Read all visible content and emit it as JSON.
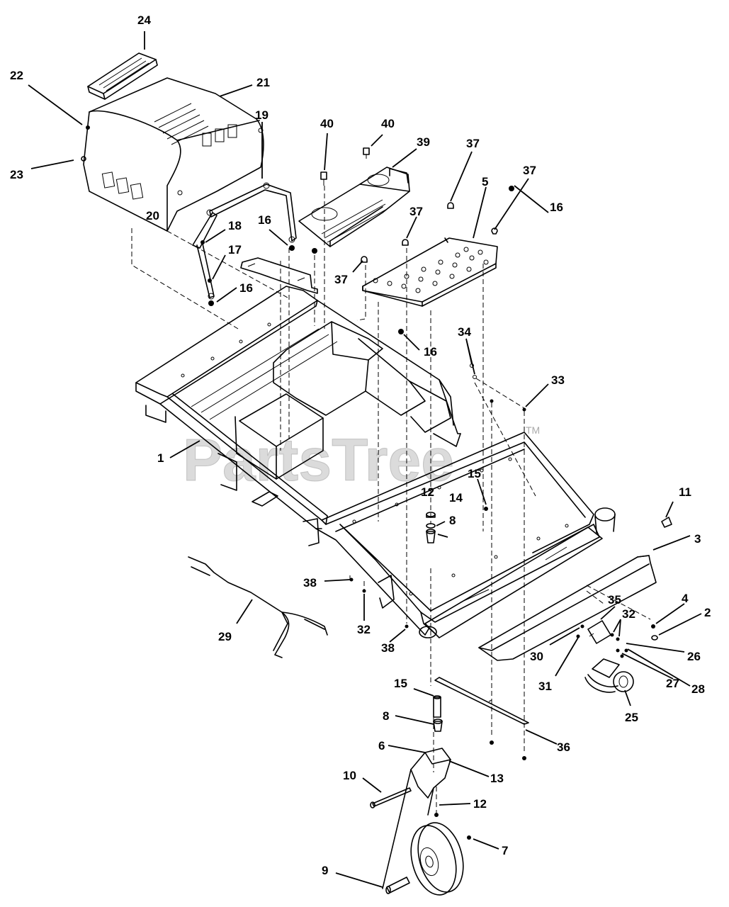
{
  "watermark": {
    "text": "PartsTree",
    "trademark": "TM"
  },
  "labels": [
    {
      "id": "l1",
      "text": "1"
    },
    {
      "id": "l2",
      "text": "2"
    },
    {
      "id": "l3",
      "text": "3"
    },
    {
      "id": "l4",
      "text": "4"
    },
    {
      "id": "l5",
      "text": "5"
    },
    {
      "id": "l6",
      "text": "6"
    },
    {
      "id": "l7",
      "text": "7"
    },
    {
      "id": "l8a",
      "text": "8"
    },
    {
      "id": "l8b",
      "text": "8"
    },
    {
      "id": "l9",
      "text": "9"
    },
    {
      "id": "l10",
      "text": "10"
    },
    {
      "id": "l11",
      "text": "11"
    },
    {
      "id": "l12a",
      "text": "12"
    },
    {
      "id": "l12b",
      "text": "12"
    },
    {
      "id": "l13",
      "text": "13"
    },
    {
      "id": "l14",
      "text": "14"
    },
    {
      "id": "l15a",
      "text": "15"
    },
    {
      "id": "l15b",
      "text": "15"
    },
    {
      "id": "l16a",
      "text": "16"
    },
    {
      "id": "l16b",
      "text": "16"
    },
    {
      "id": "l16c",
      "text": "16"
    },
    {
      "id": "l16d",
      "text": "16"
    },
    {
      "id": "l17",
      "text": "17"
    },
    {
      "id": "l18",
      "text": "18"
    },
    {
      "id": "l19",
      "text": "19"
    },
    {
      "id": "l20",
      "text": "20"
    },
    {
      "id": "l21",
      "text": "21"
    },
    {
      "id": "l22",
      "text": "22"
    },
    {
      "id": "l23",
      "text": "23"
    },
    {
      "id": "l24",
      "text": "24"
    },
    {
      "id": "l25",
      "text": "25"
    },
    {
      "id": "l26",
      "text": "26"
    },
    {
      "id": "l27",
      "text": "27"
    },
    {
      "id": "l28",
      "text": "28"
    },
    {
      "id": "l29",
      "text": "29"
    },
    {
      "id": "l30",
      "text": "30"
    },
    {
      "id": "l31",
      "text": "31"
    },
    {
      "id": "l32a",
      "text": "32"
    },
    {
      "id": "l32b",
      "text": "32"
    },
    {
      "id": "l33",
      "text": "33"
    },
    {
      "id": "l34",
      "text": "34"
    },
    {
      "id": "l35",
      "text": "35"
    },
    {
      "id": "l36",
      "text": "36"
    },
    {
      "id": "l37a",
      "text": "37"
    },
    {
      "id": "l37b",
      "text": "37"
    },
    {
      "id": "l37c",
      "text": "37"
    },
    {
      "id": "l37d",
      "text": "37"
    },
    {
      "id": "l38a",
      "text": "38"
    },
    {
      "id": "l38b",
      "text": "38"
    },
    {
      "id": "l39",
      "text": "39"
    },
    {
      "id": "l40a",
      "text": "40"
    },
    {
      "id": "l40b",
      "text": "40"
    }
  ]
}
